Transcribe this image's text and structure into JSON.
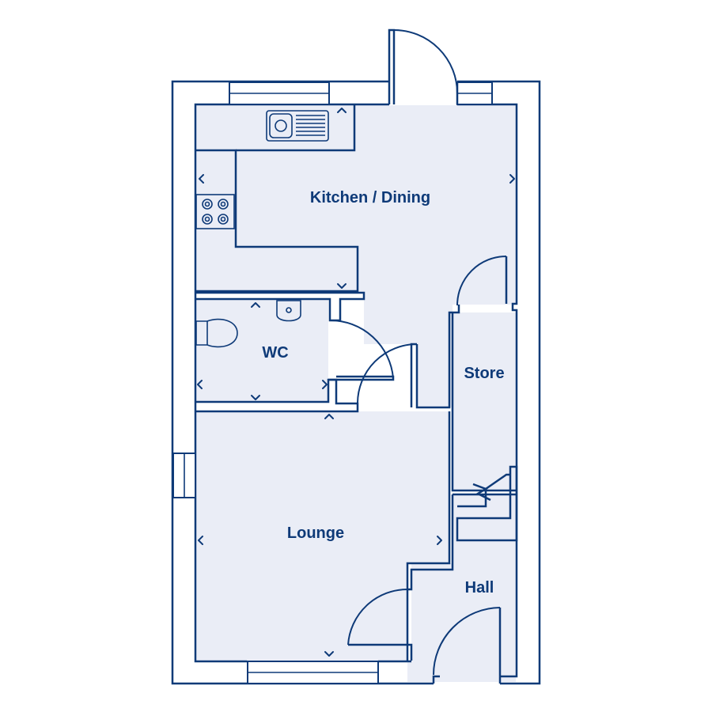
{
  "rooms": {
    "kitchen": "Kitchen / Dining",
    "wc": "WC",
    "store": "Store",
    "lounge": "Lounge",
    "hall": "Hall"
  },
  "colors": {
    "wall": "#0e3a78",
    "room_fill": "#eaedf6",
    "background": "#ffffff"
  }
}
